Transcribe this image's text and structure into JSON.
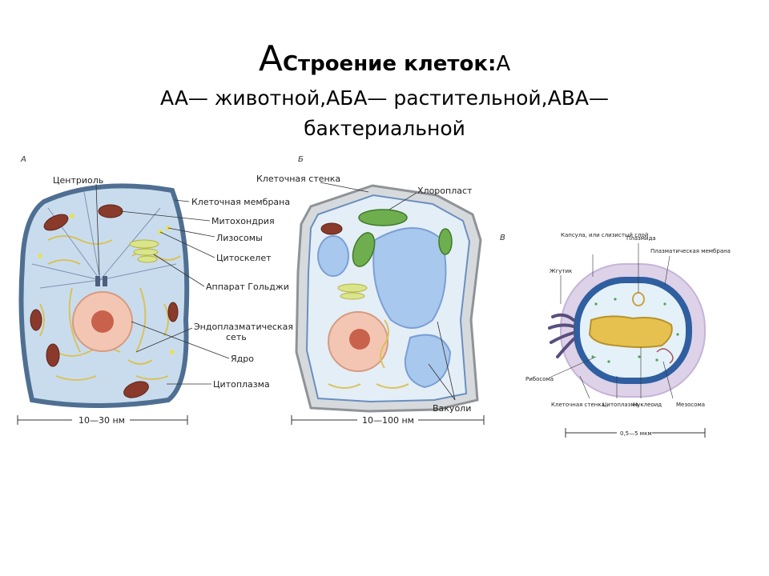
{
  "title": {
    "glyph": "A",
    "heading": "Строение клеток:",
    "trail": "A",
    "line2": "AA— животной,AБA— растительной,AВA—",
    "line3": "бактериальной"
  },
  "panels": {
    "a": "А",
    "b": "Б",
    "c": "В"
  },
  "animal_labels": {
    "centriole": "Центриоль",
    "membrane": "Клеточная мембрана",
    "mitochondria": "Митохондрия",
    "lysosomes": "Лизосомы",
    "cytoskeleton": "Цитоскелет",
    "golgi": "Аппарат Гольджи",
    "er_line1": "Эндоплазматическая",
    "er_line2": "сеть",
    "nucleus": "Ядро",
    "cytoplasm": "Цитоплазма",
    "scale": "10—30 нм"
  },
  "plant_labels": {
    "wall": "Клеточная стенка",
    "chloroplast": "Хлоропласт",
    "vacuoles": "Вакуоли",
    "scale": "10—100 нм"
  },
  "bacteria_labels": {
    "capsule": "Капсула, или слизистый слой",
    "plasmid": "Плазмида",
    "plasma_membrane": "Плазматическая мембрана",
    "flagellum": "Жгутик",
    "ribosome": "Рибосома",
    "wall": "Клеточная стенка",
    "cytoplasm": "Цитоплазма",
    "nucleoid": "Нуклеоид",
    "mesosome": "Мезосома",
    "scale": "0,5—5 мкм"
  }
}
